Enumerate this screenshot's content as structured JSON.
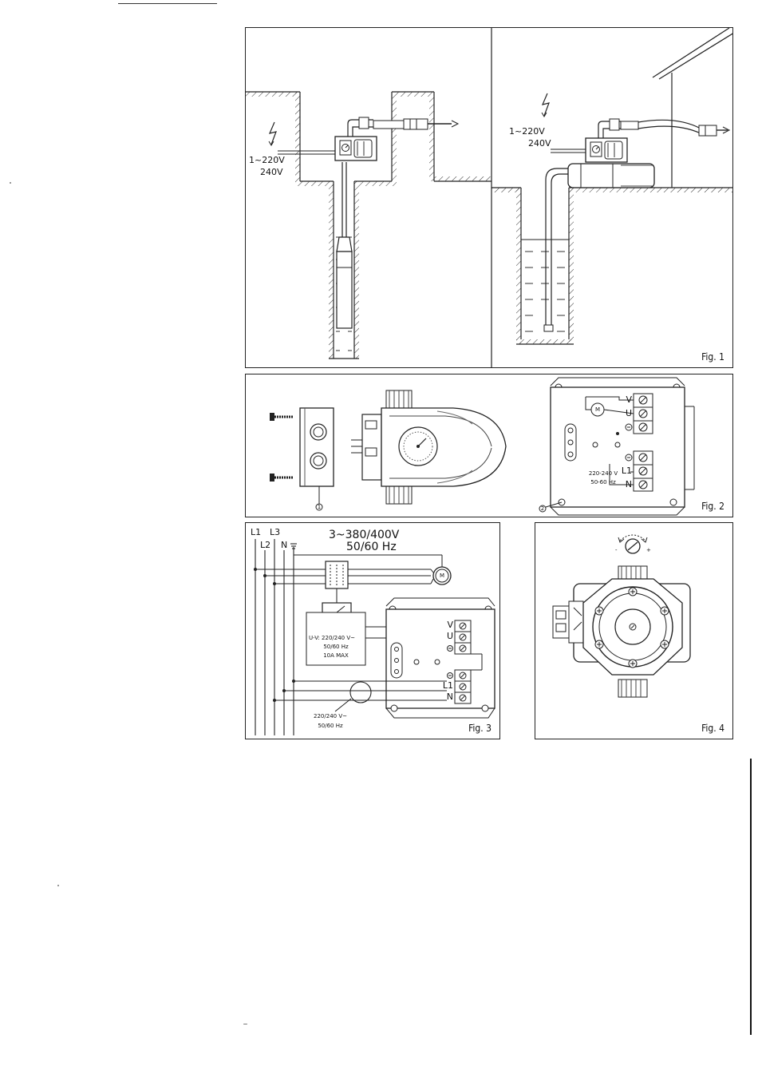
{
  "figures": {
    "fig1": {
      "caption": "Fig. 1",
      "left_voltage_1": "1~220V",
      "left_voltage_2": "240V",
      "right_voltage_1": "1~220V",
      "right_voltage_2": "240V"
    },
    "fig2": {
      "caption": "Fig. 2",
      "terminal_v": "V",
      "terminal_u": "U",
      "terminal_l1": "L1",
      "terminal_n": "N",
      "rating_1": "220-240 V",
      "rating_2": "50-60 Hz",
      "motor": "M",
      "callout_1": "1",
      "callout_2": "2"
    },
    "fig3": {
      "caption": "Fig. 3",
      "phase_l1": "L1",
      "phase_l2": "L2",
      "phase_l3": "L3",
      "neutral": "N",
      "supply_1": "3~380/400V",
      "supply_2": "50/60 Hz",
      "motor": "M",
      "terminal_v": "V",
      "terminal_u": "U",
      "terminal_l1": "L1",
      "terminal_n": "N",
      "coil_1": "U-V: 220/240 V~",
      "coil_2": "50/60 Hz",
      "coil_3": "10A MAX",
      "control_1": "220/240 V~",
      "control_2": "50/60 Hz"
    },
    "fig4": {
      "caption": "Fig. 4",
      "minus": "-",
      "plus": "+"
    }
  }
}
